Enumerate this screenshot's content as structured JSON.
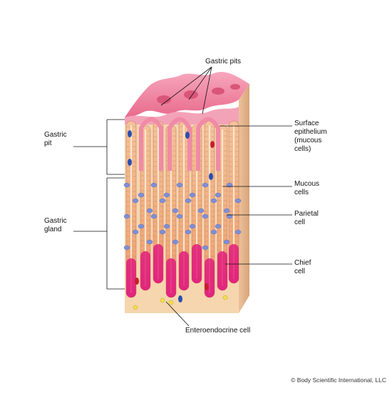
{
  "labels": {
    "gastric_pits": "Gastric pits",
    "gastric_pit_left": [
      "Gastric",
      "pit"
    ],
    "gastric_gland": [
      "Gastric",
      "gland"
    ],
    "surface_epithelium": [
      "Surface",
      "epithelium",
      "(mucous",
      "cells)"
    ],
    "mucous_cells": [
      "Mucous",
      "cells"
    ],
    "parietal_cell": [
      "Parietal",
      "cell"
    ],
    "chief_cell": [
      "Chief",
      "cell"
    ],
    "enteroendocrine_cell": "Enteroendocrine cell"
  },
  "copyright": "© Body Scientific International, LLC",
  "colors": {
    "tissue": "#f6d6ae",
    "tissue_shade": "#e8b98e",
    "surface_pink": "#f08aa6",
    "surface_dark": "#e0607f",
    "gland_wall": "#f0a878",
    "cell_line": "#c88060",
    "chief_magenta": "#e01f7a",
    "parietal_blue": "#7f8fd8",
    "nucleus_blue": "#2a4fb0",
    "vessel_red": "#c81e2a",
    "enteroendocrine_yellow": "#f5e04a",
    "leader_line": "#111111"
  }
}
